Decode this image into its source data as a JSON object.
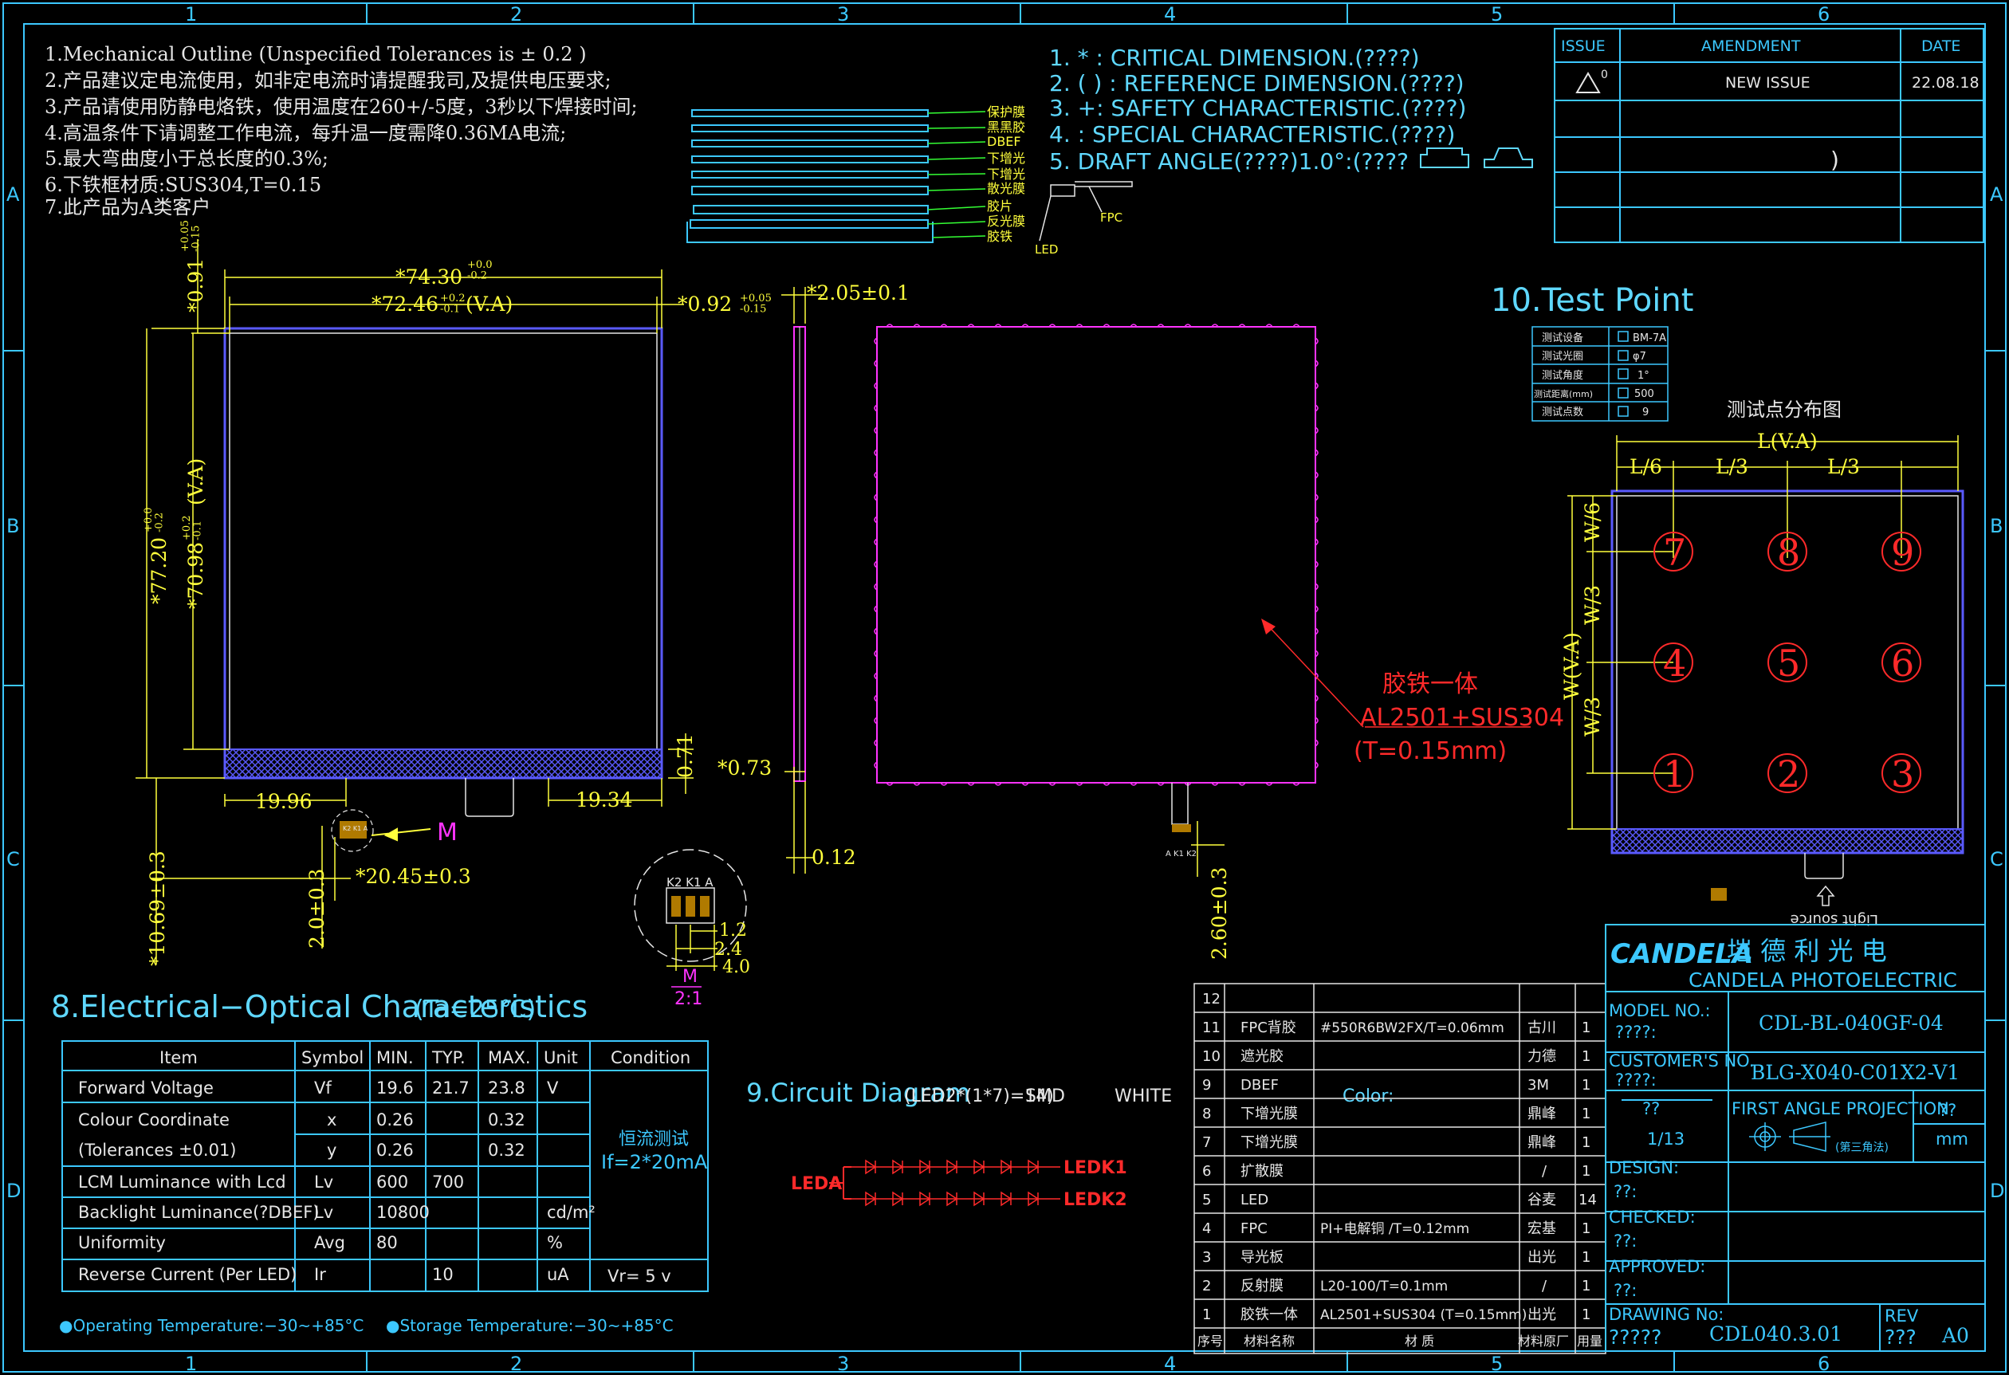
{
  "notes": [
    "1.Mechanical Outline (Unspecified Tolerances is ± 0.2 )",
    "2.产品建议定电流使用，如非定电流时请提醒我司,及提供电压要求;",
    "3.产品请使用防静电烙铁，使用温度在260+/-5度，3秒以下焊接时间;",
    "4.高温条件下请调整工作电流，每升温一度需降0.36MA电流;",
    "5.最大弯曲度小于总长度的0.3%;",
    "6.下铁框材质:SUS304,T=0.15",
    "7.此产品为A类客户"
  ],
  "symbols": [
    "1.  *  :  CRITICAL DIMENSION.(????)",
    "2. ( ) :  REFERENCE DIMENSION.(????)",
    "3. +:  SAFETY CHARACTERISTIC.(????)",
    "4.       :  SPECIAL CHARACTERISTIC.(????)",
    "5.   DRAFT ANGLE(????)1.0°:(????"
  ],
  "layers": [
    "保护膜",
    "黑黑胶",
    "DBEF",
    "下增光",
    "下增光",
    "散光膜",
    "胶片",
    "反光膜",
    "胶铁"
  ],
  "stack_labels": {
    "fpc": "FPC",
    "led": "LED"
  },
  "revision": {
    "h_issue": "ISSUE",
    "h_amend": "AMENDMENT",
    "h_date": "DATE",
    "issue": "0",
    "amend": "NEW ISSUE",
    "date": "22.08.18",
    "bracket": ")"
  },
  "top_grid": [
    "1",
    "2",
    "3",
    "4",
    "5",
    "6"
  ],
  "side_grid": [
    "A",
    "B",
    "C",
    "D"
  ],
  "dims": {
    "w_total": "*74.30",
    "w_total_tol": "+0.0\n-0.2",
    "w_va": "*72.46",
    "w_va_tol": "+0.2\n-0.1",
    "w_va_suffix": "(V.A)",
    "right_gap": "*0.92",
    "right_gap_tol": "+0.05\n-0.15",
    "top_gap": "*0.91",
    "top_gap_tol": "+0.05\n-0.15",
    "h_total": "*77.20",
    "h_total_tol": "+0.0\n-0.2",
    "h_va": "*70.98",
    "h_va_tol": "+0.2\n-0.1",
    "h_va_suffix": "(V.A)",
    "thick": "*2.05±0.1",
    "side_073": "*0.73",
    "side_012": "0.12",
    "side_071": "0.71",
    "left_1996": "19.96",
    "right_1934": "19.34",
    "fpc_2045": "*20.45±0.3",
    "fpc_1069": "*10.69±0.3",
    "fpc_20": "2.0±0.3",
    "fpc_260": "2.60±0.3",
    "m_label": "M",
    "m_scale": "2:1",
    "pad_12": "1.2",
    "pad_24": "2.4",
    "pad_40": "4.0",
    "pin_labels": "K2 K1 A",
    "pin_labels_small": "A K1 K2"
  },
  "frame_note": {
    "l1": "胶铁一体",
    "l2": "AL2501+SUS304",
    "l3": "(T=0.15mm)"
  },
  "test_point": {
    "title": "10.Test Point",
    "table": [
      [
        "测试设备",
        "BM-7A"
      ],
      [
        "测试光圈",
        "φ7"
      ],
      [
        "测试角度",
        "1°"
      ],
      [
        "测试距离(mm)",
        "500"
      ],
      [
        "测试点数",
        "9"
      ]
    ],
    "caption": "测试点分布图",
    "la": "L(V.A)",
    "l6": "L/6",
    "l3a": "L/3",
    "l3b": "L/3",
    "wa": "W(V.A)",
    "w6": "W/6",
    "w3a": "W/3",
    "w3b": "W/3",
    "points": [
      "7",
      "8",
      "9",
      "4",
      "5",
      "6",
      "1",
      "2",
      "3"
    ],
    "light": "Light source"
  },
  "eo": {
    "title": "8.Electrical−Optical Characteristics",
    "title_overlay": "(Ta=25℃)",
    "headers": [
      "Item",
      "Symbol",
      "MIN.",
      "TYP.",
      "MAX.",
      "Unit",
      "Condition"
    ],
    "rows": [
      [
        "Forward  Voltage",
        "Vf",
        "19.6",
        "21.7",
        "23.8",
        "V"
      ],
      [
        "Colour Coordinate",
        "x",
        "0.26",
        "",
        "0.32",
        ""
      ],
      [
        "(Tolerances ±0.01)",
        "y",
        "0.26",
        "",
        "0.32",
        ""
      ],
      [
        "LCM Luminance with Lcd",
        "Lv",
        "600",
        "700",
        "",
        ""
      ],
      [
        "Backlight Luminance(?DBEF)",
        "Lv",
        "10800",
        "",
        "",
        "cd/m²"
      ],
      [
        "Uniformity",
        "Avg",
        "80",
        "",
        "",
        "%"
      ],
      [
        "Reverse Current (Per LED)",
        "Ir",
        "",
        "10",
        "",
        "uA"
      ]
    ],
    "cond1": "恒流测试",
    "cond2": "If=2*20mA",
    "cond3": "Vr= 5 v",
    "op": "●Operating Temperature:−30~+85°C",
    "st": "●Storage Temperature:−30~+85°C"
  },
  "circuit": {
    "title": "9.Circuit Diagram",
    "overlay": "(LED2*(1*7)=14)",
    "smd": "SMD",
    "white": "WHITE",
    "color": "Color:",
    "leda": "LEDA",
    "ledk1": "LEDK1",
    "ledk2": "LEDK2"
  },
  "bom": {
    "footer": [
      "序号",
      "材料名称",
      "材 质",
      "材料原厂",
      "用量"
    ],
    "rows": [
      [
        "12",
        "",
        "",
        "",
        ""
      ],
      [
        "11",
        "FPC背胶",
        "#550R6BW2FX/T=0.06mm",
        "古川",
        "1"
      ],
      [
        "10",
        "遮光胶",
        "",
        "力德",
        "1"
      ],
      [
        "9",
        "DBEF",
        "",
        "3M",
        "1"
      ],
      [
        "8",
        "下增光膜",
        "",
        "鼎峰",
        "1"
      ],
      [
        "7",
        "下增光膜",
        "",
        "鼎峰",
        "1"
      ],
      [
        "6",
        "扩散膜",
        "",
        "/",
        "1"
      ],
      [
        "5",
        "LED",
        "",
        "谷麦",
        "14"
      ],
      [
        "4",
        "FPC",
        "PI+电解铜 /T=0.12mm",
        "宏基",
        "1"
      ],
      [
        "3",
        "导光板",
        "",
        "出光",
        "1"
      ],
      [
        "2",
        "反射膜",
        "L20-100/T=0.1mm",
        "/",
        "1"
      ],
      [
        "1",
        "胶铁一体",
        "AL2501+SUS304 (T=0.15mm)",
        "出光",
        "1"
      ]
    ]
  },
  "title_block": {
    "logo": "CANDELA",
    "cn": "垲 德 利 光 电",
    "en": "CANDELA PHOTOELECTRIC",
    "model_l": "MODEL NO.:",
    "model_q": "????:",
    "model": "CDL-BL-040GF-04",
    "cust_l": "CUSTOMER'S NO.",
    "cust_q": "????:",
    "cust": "BLG-X040-C01X2-V1",
    "scale_q": "??",
    "scale": "1/13",
    "proj": "FIRST ANGLE PROJECTION",
    "proj_cn": "(第三角法)",
    "unit_q": "??",
    "unit": "mm",
    "design": "DESIGN:",
    "design_q": "??:",
    "checked": "CHECKED:",
    "checked_q": "??:",
    "approved": "APPROVED:",
    "approved_q": "??:",
    "drawing": "DRAWING No:",
    "drawing_q": "?????",
    "drawing_no": "CDL040.3.01",
    "rev": "REV",
    "rev_q": "???",
    "rev_v": "A0"
  },
  "colors": {
    "frame": "#3cc8ff",
    "dim": "#ffff3c",
    "text": "#e6e6e6",
    "note": "#ff2a2a",
    "magenta": "#ff33ff",
    "panel": "#3a3aff"
  }
}
